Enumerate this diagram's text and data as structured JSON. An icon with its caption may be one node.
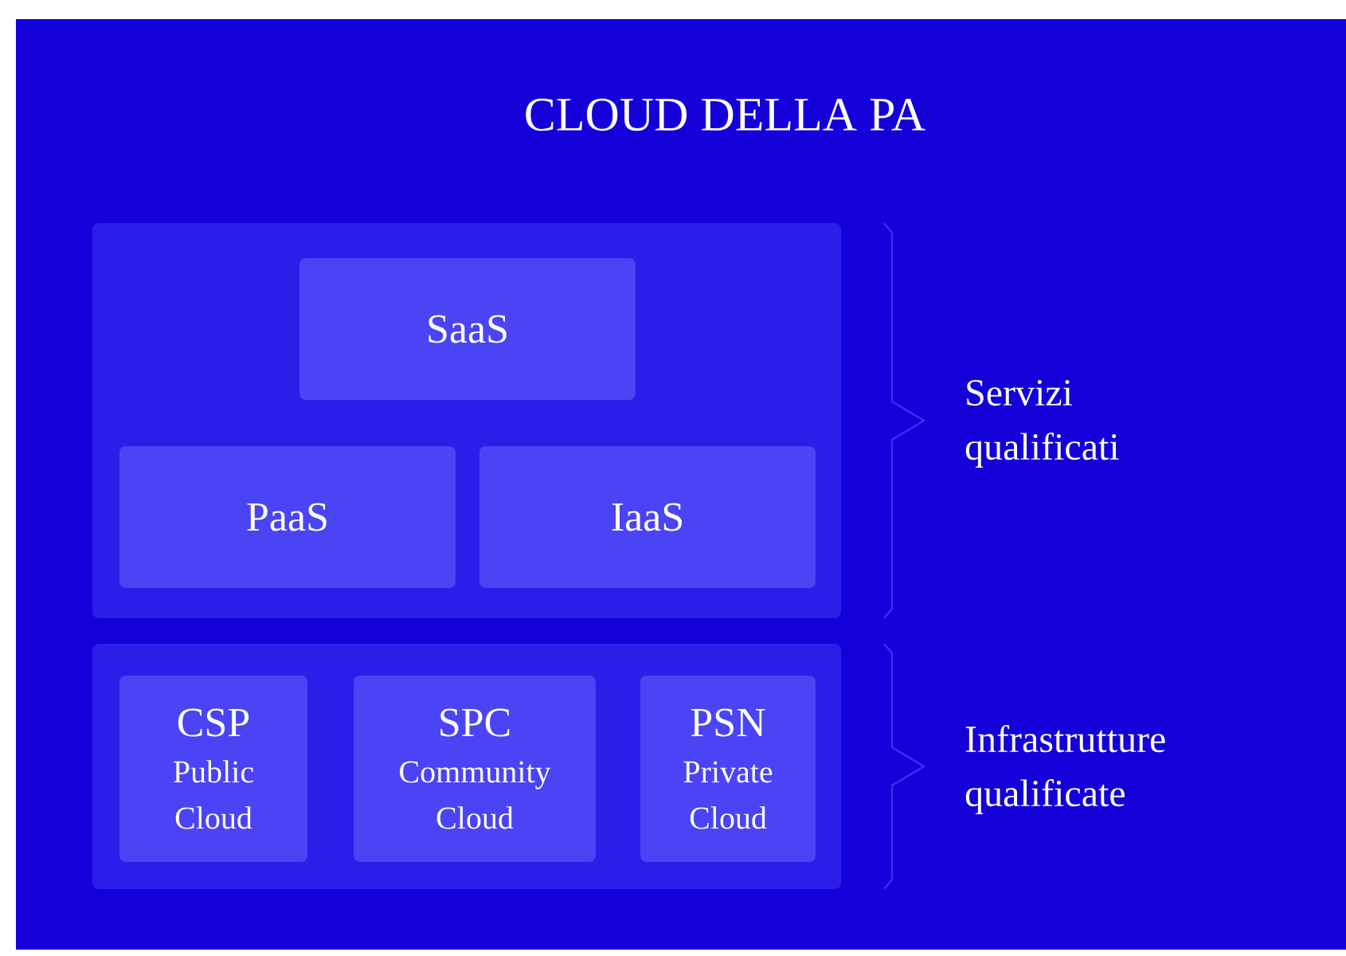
{
  "diagram": {
    "title": "CLOUD DELLA PA",
    "nodes": [
      {
        "text": [],
        "shape": "box",
        "beside": [
          "Servizi qualificati"
        ]
      },
      {
        "text": [
          "SaaS"
        ],
        "in": 0
      },
      {
        "text": [
          "PaaS"
        ],
        "in": 0
      },
      {
        "text": [
          "IaaS"
        ],
        "in": 0
      },
      {
        "text": [],
        "shape": "box",
        "beside": [
          "Infrastrutture qualificate"
        ]
      },
      {
        "text": [
          "CSP",
          "Public Cloud"
        ],
        "in": 4
      },
      {
        "text": [
          "SPC",
          "Community Cloud"
        ],
        "in": 4
      },
      {
        "text": [
          "PSN",
          "Private Cloud"
        ],
        "in": 4
      }
    ]
  }
}
